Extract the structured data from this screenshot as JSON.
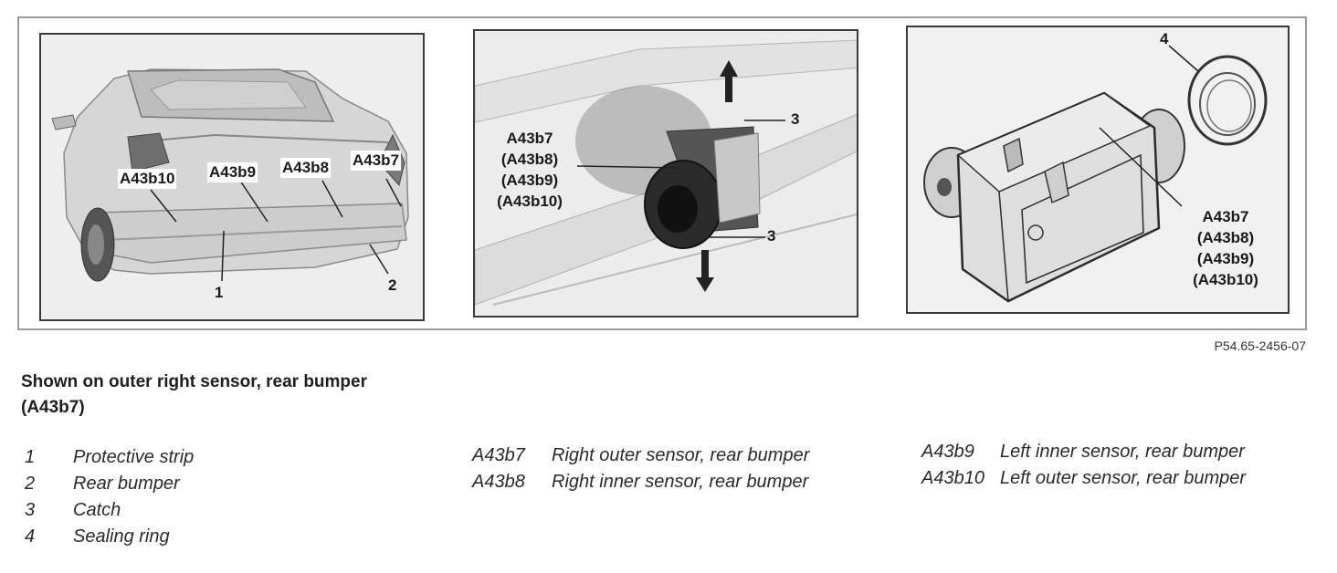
{
  "figure_ref": "P54.65-2456-07",
  "panel1": {
    "callouts": [
      "A43b10",
      "A43b9",
      "A43b8",
      "A43b7"
    ],
    "num_1": "1",
    "num_2": "2"
  },
  "panel2": {
    "sensor_labels": [
      "A43b7",
      "(A43b8)",
      "(A43b9)",
      "(A43b10)"
    ],
    "catch_top": "3",
    "catch_bottom": "3"
  },
  "panel3": {
    "ring_num": "4",
    "sensor_labels": [
      "A43b7",
      "(A43b8)",
      "(A43b9)",
      "(A43b10)"
    ]
  },
  "caption": {
    "heading": "Shown on outer right sensor, rear bumper (A43b7)"
  },
  "legend": {
    "numbered": [
      {
        "key": "1",
        "text": "Protective strip"
      },
      {
        "key": "2",
        "text": "Rear bumper"
      },
      {
        "key": "3",
        "text": "Catch"
      },
      {
        "key": "4",
        "text": "Sealing ring"
      }
    ],
    "sensors_a": [
      {
        "key": "A43b7",
        "text": "Right outer sensor, rear bumper"
      },
      {
        "key": "A43b8",
        "text": "Right inner sensor, rear bumper"
      }
    ],
    "sensors_b": [
      {
        "key": "A43b9",
        "text": "Left inner sensor, rear bumper"
      },
      {
        "key": "A43b10",
        "text": "Left outer sensor, rear bumper"
      }
    ]
  }
}
